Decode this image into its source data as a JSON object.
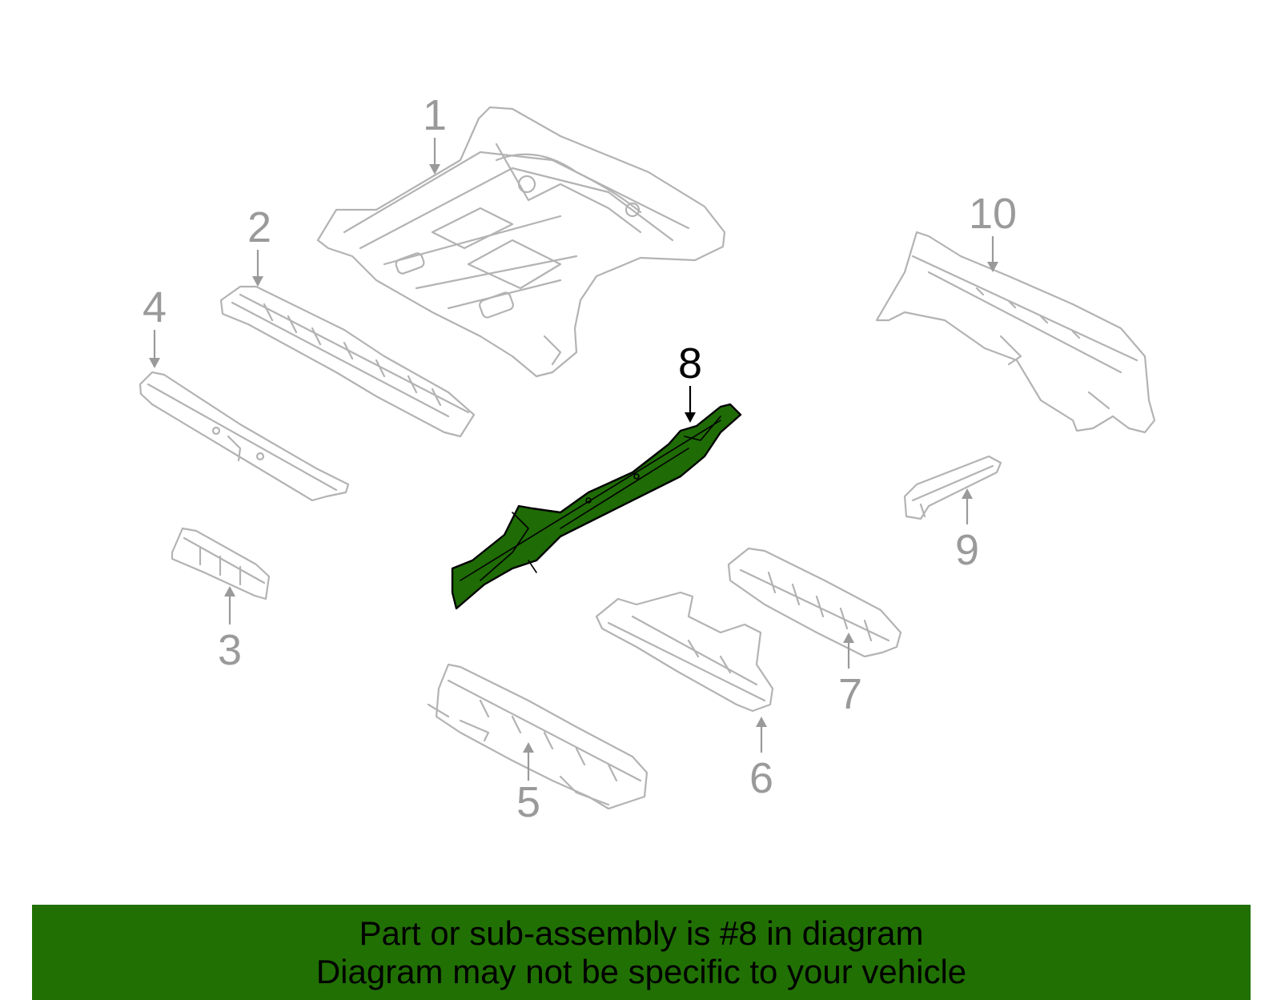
{
  "diagram": {
    "callouts": [
      {
        "id": "1",
        "label": "1"
      },
      {
        "id": "2",
        "label": "2"
      },
      {
        "id": "3",
        "label": "3"
      },
      {
        "id": "4",
        "label": "4"
      },
      {
        "id": "5",
        "label": "5"
      },
      {
        "id": "6",
        "label": "6"
      },
      {
        "id": "7",
        "label": "7"
      },
      {
        "id": "8",
        "label": "8"
      },
      {
        "id": "9",
        "label": "9"
      },
      {
        "id": "10",
        "label": "10"
      }
    ],
    "highlighted_part": "8",
    "colors": {
      "highlight_fill": "#1f6b06",
      "banner_background": "#217004",
      "part_outline": "#b3b3b3",
      "callout_text": "#9a9a9a"
    }
  },
  "banner": {
    "line1": "Part or sub-assembly is #8 in diagram",
    "line2": "Diagram may not be specific to your vehicle"
  }
}
